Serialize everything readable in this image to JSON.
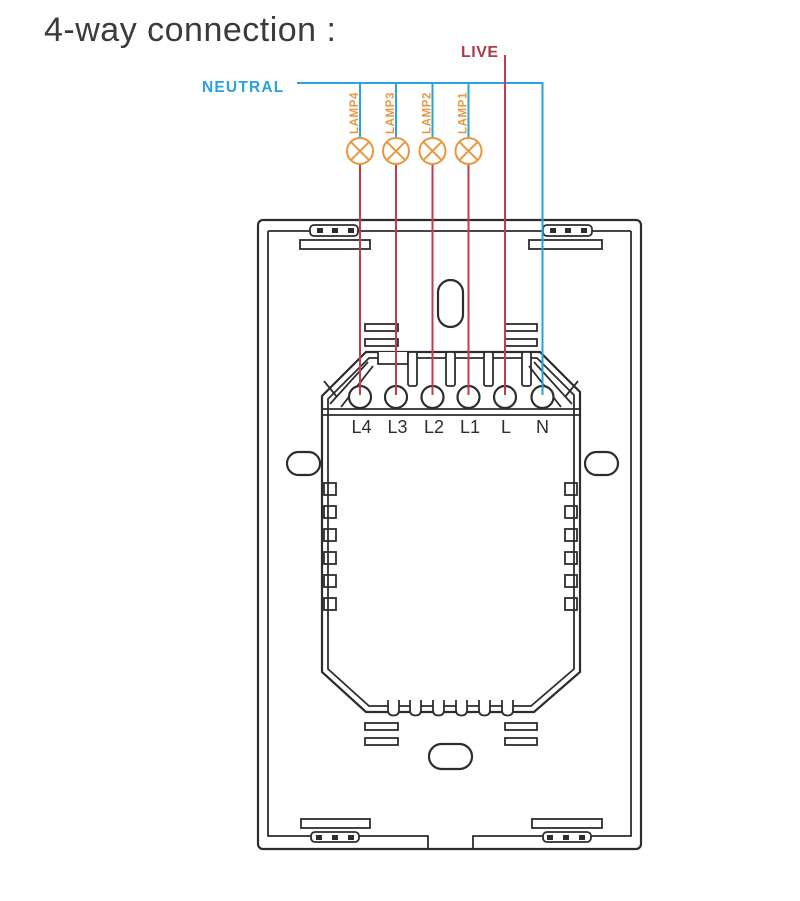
{
  "title": "4-way connection :",
  "labels": {
    "live": "LIVE",
    "neutral": "NEUTRAL"
  },
  "lamps": [
    "LAMP4",
    "LAMP3",
    "LAMP2",
    "LAMP1"
  ],
  "terminals": [
    "L4",
    "L3",
    "L2",
    "L1",
    "L",
    "N"
  ],
  "colors": {
    "live": "#c23d4a",
    "live_text": "#b23a48",
    "neutral": "#2aa2db",
    "lamp": "#e9973f",
    "outline": "#2d2d2d",
    "title_text": "#3b3b3b",
    "terminal_text": "#2c2c2c"
  }
}
